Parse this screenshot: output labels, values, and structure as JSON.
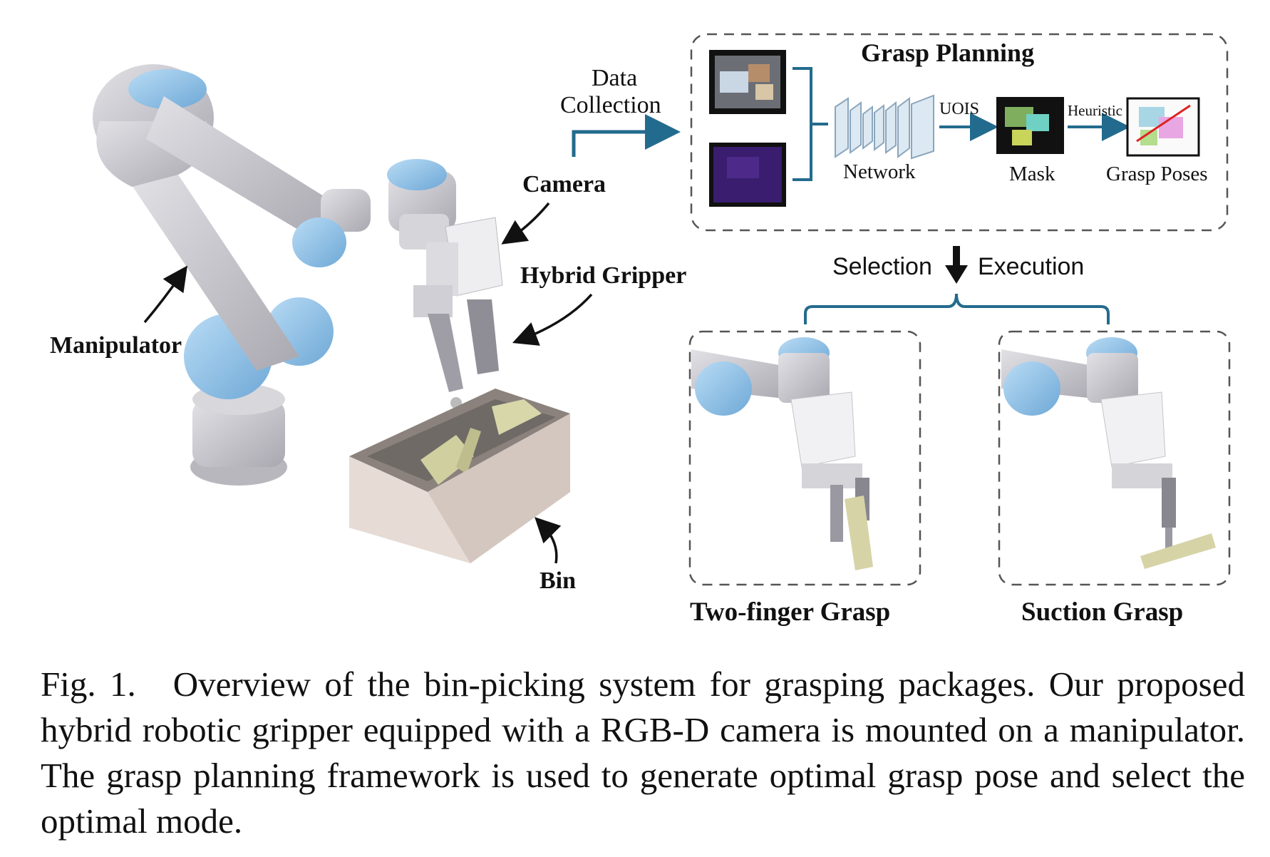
{
  "labels": {
    "manipulator": "Manipulator",
    "camera": "Camera",
    "hybrid_gripper": "Hybrid Gripper",
    "bin": "Bin",
    "data_collection_line1": "Data",
    "data_collection_line2": "Collection",
    "grasp_planning": "Grasp Planning",
    "uois": "UOIS",
    "heuristic": "Heuristic",
    "network": "Network",
    "mask": "Mask",
    "grasp_poses": "Grasp Poses",
    "selection": "Selection",
    "execution": "Execution",
    "two_finger_grasp": "Two-finger Grasp",
    "suction_grasp": "Suction Grasp"
  },
  "caption": {
    "fig_number": "Fig. 1.",
    "text": "Overview of the bin-picking system for grasping packages. Our proposed hybrid robotic gripper equipped with a RGB-D camera is mounted on a manipulator. The grasp planning framework is used to generate optimal grasp pose and select the optimal mode."
  },
  "colors": {
    "robot_body": "#c9c8ce",
    "robot_accent": "#8fc3ea",
    "bin": "#d8cbc4",
    "package": "#cfcfa0",
    "flow_arrow": "#236b8e",
    "depth_image": "#3a1d6e",
    "dashed_border": "#555555"
  }
}
